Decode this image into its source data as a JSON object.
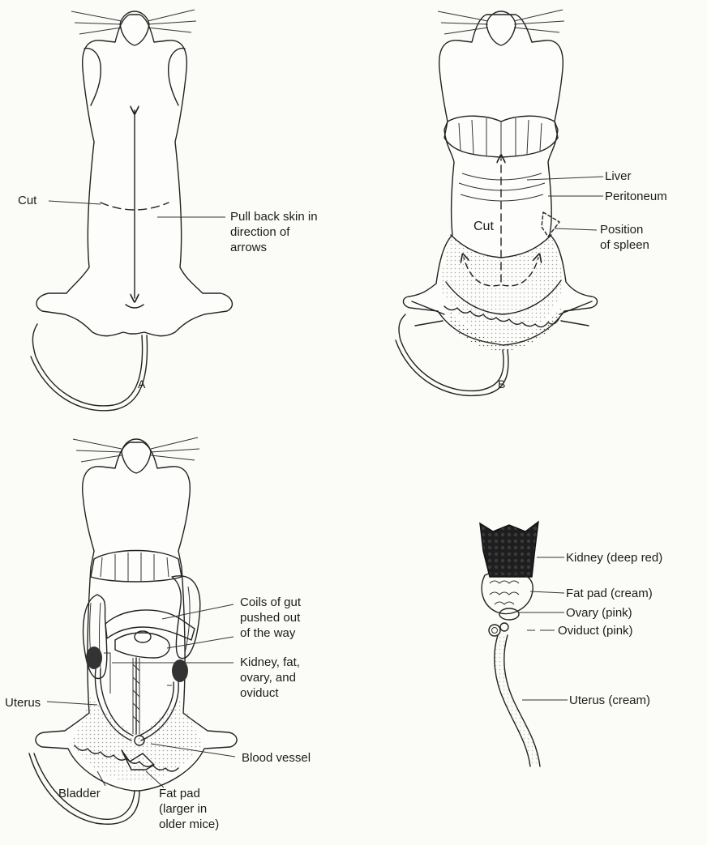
{
  "panel_a": {
    "caption": "A",
    "labels": {
      "cut": "Cut",
      "pull": "Pull back skin in\ndirection of\narrows"
    }
  },
  "panel_b": {
    "caption": "B",
    "labels": {
      "liver": "Liver",
      "peritoneum": "Peritoneum",
      "cut": "Cut",
      "spleen": "Position\nof spleen"
    }
  },
  "panel_c": {
    "labels": {
      "coils": "Coils of gut\npushed out\nof the way",
      "kidney_group": "Kidney, fat,\novary, and\noviduct",
      "uterus": "Uterus",
      "blood_vessel": "Blood vessel",
      "bladder": "Bladder",
      "fat_pad": "Fat pad\n(larger in\nolder mice)"
    }
  },
  "panel_d": {
    "labels": {
      "kidney": "Kidney (deep red)",
      "fat_pad": "Fat pad (cream)",
      "ovary": "Ovary (pink)",
      "oviduct": "Oviduct (pink)",
      "uterus": "Uterus (cream)"
    }
  },
  "colors": {
    "ink": "#222222",
    "kidney_fill": "#1e1e1e",
    "paper": "#fbfbf8"
  }
}
